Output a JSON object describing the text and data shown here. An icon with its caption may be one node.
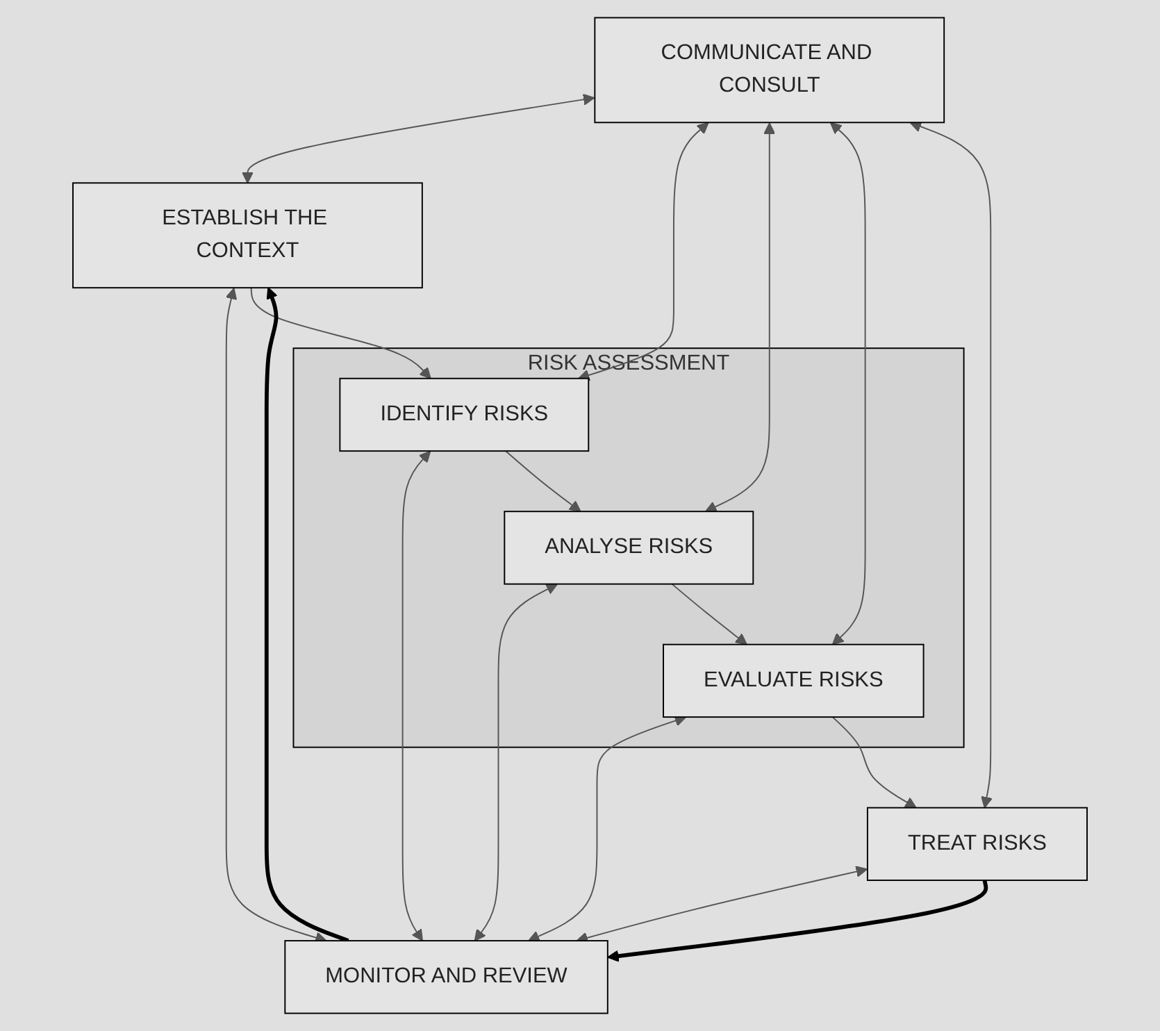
{
  "diagram": {
    "nodes": [
      {
        "text": [
          "COMMUNICATE AND CONSULT"
        ]
      },
      {
        "text": [
          "ESTABLISH THE CONTEXT"
        ]
      },
      {
        "text": [
          "RISK ASSESSMENT"
        ]
      },
      {
        "text": [
          "IDENTIFY RISKS"
        ],
        "in": 2
      },
      {
        "text": [
          "ANALYSE RISKS"
        ],
        "in": 2
      },
      {
        "text": [
          "EVALUATE RISKS"
        ],
        "in": 2
      },
      {
        "text": [
          "TREAT RISKS"
        ]
      },
      {
        "text": [
          "MONITOR AND REVIEW"
        ]
      }
    ],
    "edges": [
      {
        "from": 0,
        "to": 1,
        "arrow": "both"
      },
      {
        "from": 1,
        "to": 7,
        "arrow": "both"
      },
      {
        "from": 0,
        "to": 3,
        "arrow": "both"
      },
      {
        "from": 3,
        "to": 7,
        "arrow": "both"
      },
      {
        "from": 0,
        "to": 4,
        "arrow": "both"
      },
      {
        "from": 4,
        "to": 7,
        "arrow": "both"
      },
      {
        "from": 0,
        "to": 5,
        "arrow": "both"
      },
      {
        "from": 5,
        "to": 7,
        "arrow": "both"
      },
      {
        "from": 0,
        "to": 6,
        "arrow": "both"
      },
      {
        "from": 6,
        "to": 7,
        "arrow": "both"
      },
      {
        "from": 1,
        "to": 3,
        "arrow": "to"
      },
      {
        "from": 3,
        "to": 4,
        "arrow": "to"
      },
      {
        "from": 4,
        "to": 5,
        "arrow": "to"
      },
      {
        "from": 5,
        "to": 6,
        "arrow": "to"
      },
      {
        "from": 7,
        "to": 1,
        "arrow": "to",
        "style": "thick",
        "color": "#000000"
      },
      {
        "from": 6,
        "to": 7,
        "arrow": "to",
        "style": "thick",
        "color": "#000000"
      }
    ]
  }
}
